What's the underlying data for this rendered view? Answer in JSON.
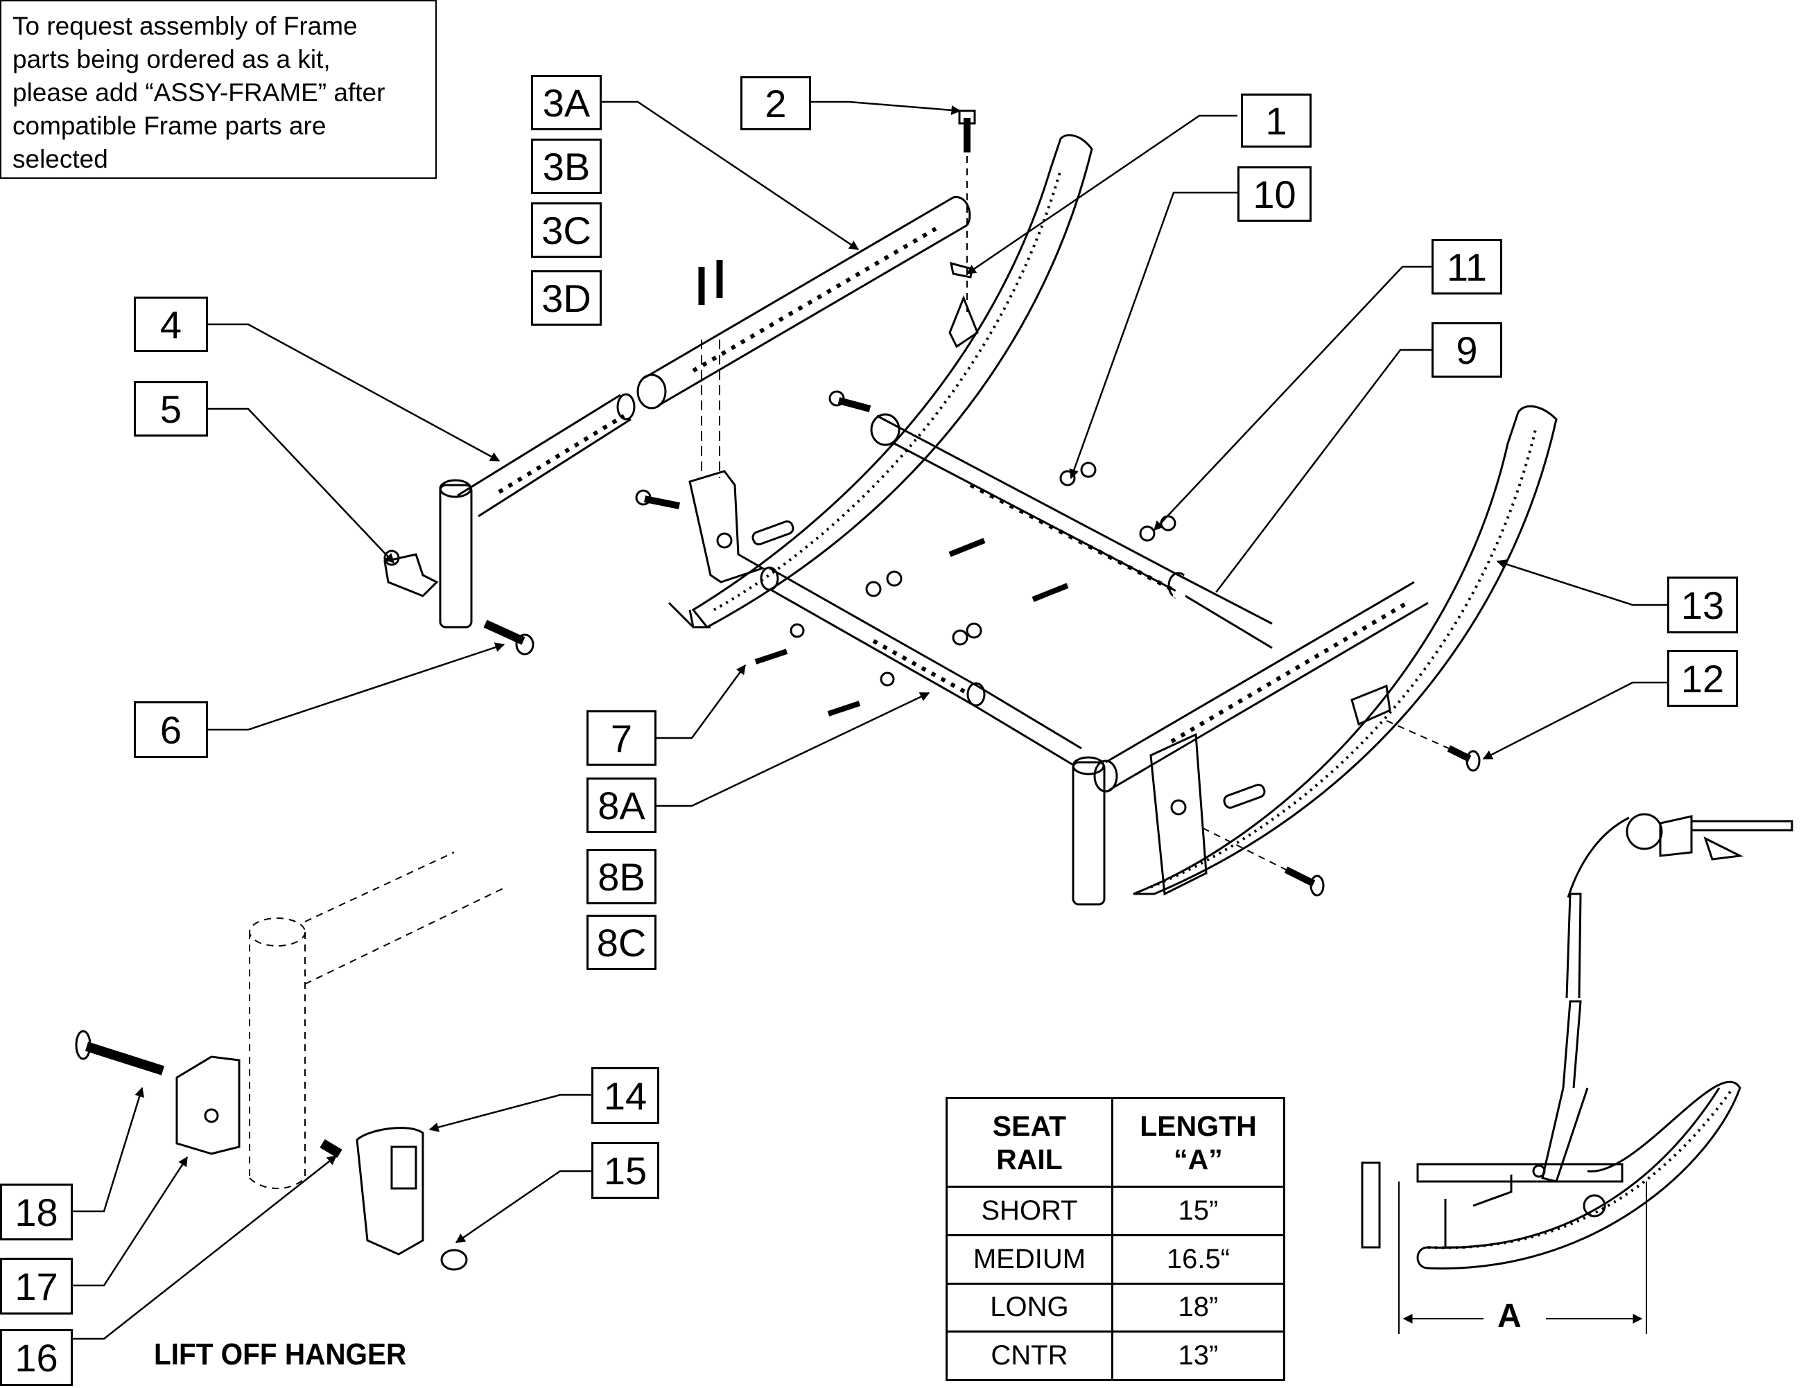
{
  "note": {
    "lines": [
      "To request assembly of Frame",
      "parts being ordered as a kit,",
      "please add “ASSY-FRAME” after",
      "compatible Frame parts are",
      "selected"
    ]
  },
  "callouts": [
    "1",
    "2",
    "3A",
    "3B",
    "3C",
    "3D",
    "4",
    "5",
    "6",
    "7",
    "8A",
    "8B",
    "8C",
    "9",
    "10",
    "11",
    "12",
    "13",
    "14",
    "15",
    "16",
    "17",
    "18"
  ],
  "caption": "LIFT OFF HANGER",
  "seat_table": {
    "header_col1": [
      "SEAT",
      "RAIL"
    ],
    "header_col2": [
      "LENGTH",
      "“A”"
    ],
    "rows": [
      {
        "rail": "SHORT",
        "length": "15”"
      },
      {
        "rail": "MEDIUM",
        "length": "16.5“"
      },
      {
        "rail": "LONG",
        "length": "18”"
      },
      {
        "rail": "CNTR",
        "length": "13”"
      }
    ]
  },
  "dimension_label": "A"
}
